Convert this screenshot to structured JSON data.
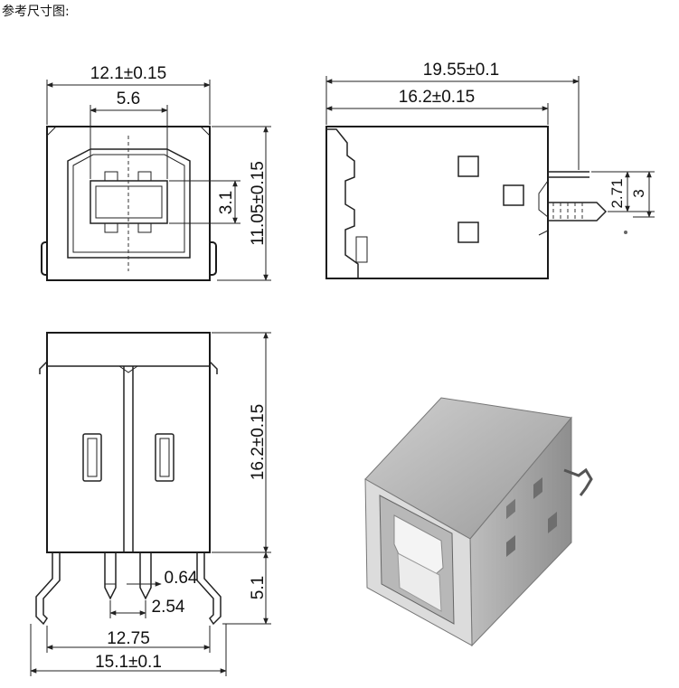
{
  "page_title": "参考尺寸图:",
  "views": {
    "front": {
      "width_label": "12.1±0.15",
      "opening_label": "5.6",
      "height_label": "11.05±0.15",
      "inner_label": "3.1"
    },
    "side": {
      "overall_length_label": "19.55±0.1",
      "body_length_label": "16.2±0.15",
      "pin_offset_label": "2.71",
      "pin_height_label": "3"
    },
    "top": {
      "depth_label": "16.2±0.15",
      "pin_length_label": "5.1",
      "pin_width_label": "0.64",
      "pin_pitch_label": "2.54",
      "mount_span_label": "12.75",
      "overall_width_label": "15.1±0.1"
    }
  }
}
